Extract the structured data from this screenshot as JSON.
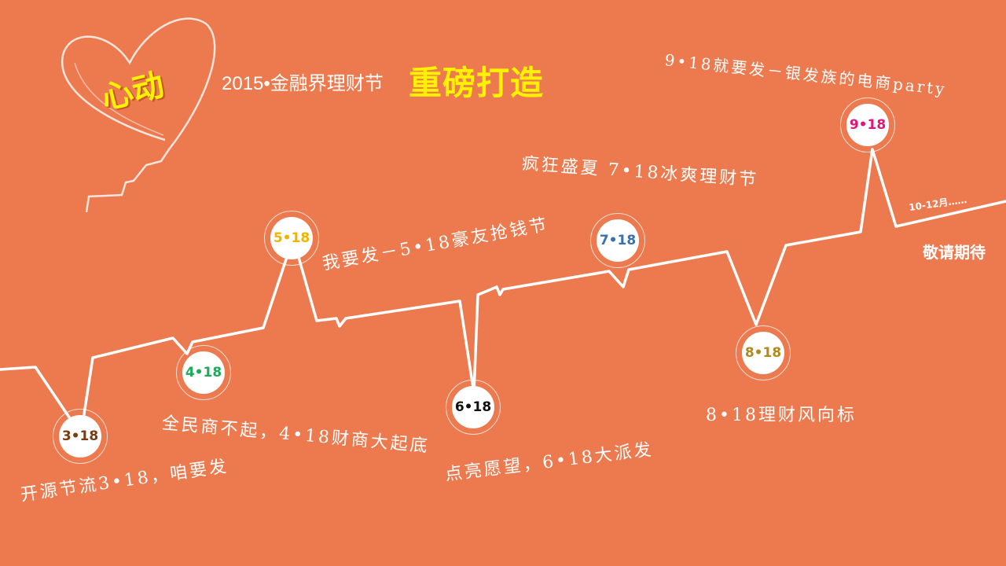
{
  "header": {
    "heart_word": "心动",
    "subtitle": "2015•金融界理财节",
    "headline": "重磅打造",
    "heart_color": "#FFF200"
  },
  "timeline": {
    "nodes": [
      {
        "label": "3•18",
        "color": "#7A3B10",
        "caption": "开源节流3•18，咱要发"
      },
      {
        "label": "4•18",
        "color": "#1DAA5A",
        "caption": "全民商不起，4•18财商大起底"
      },
      {
        "label": "5•18",
        "color": "#F0B400",
        "caption": "我要发－5•18豪友抢钱节"
      },
      {
        "label": "6•18",
        "color": "#111111",
        "caption": "点亮愿望，6•18大派发"
      },
      {
        "label": "7•18",
        "color": "#3A6FB0",
        "caption": "疯狂盛夏 7•18冰爽理财节"
      },
      {
        "label": "8•18",
        "color": "#B08A1A",
        "caption": "8•18理财风向标"
      },
      {
        "label": "9•18",
        "color": "#E0177A",
        "caption": "9•18就要发－银发族的电商party"
      }
    ],
    "note": "10-12月……",
    "ending": "敬请期待"
  },
  "colors": {
    "background": "#EC7A4E",
    "line": "#ffffff"
  }
}
